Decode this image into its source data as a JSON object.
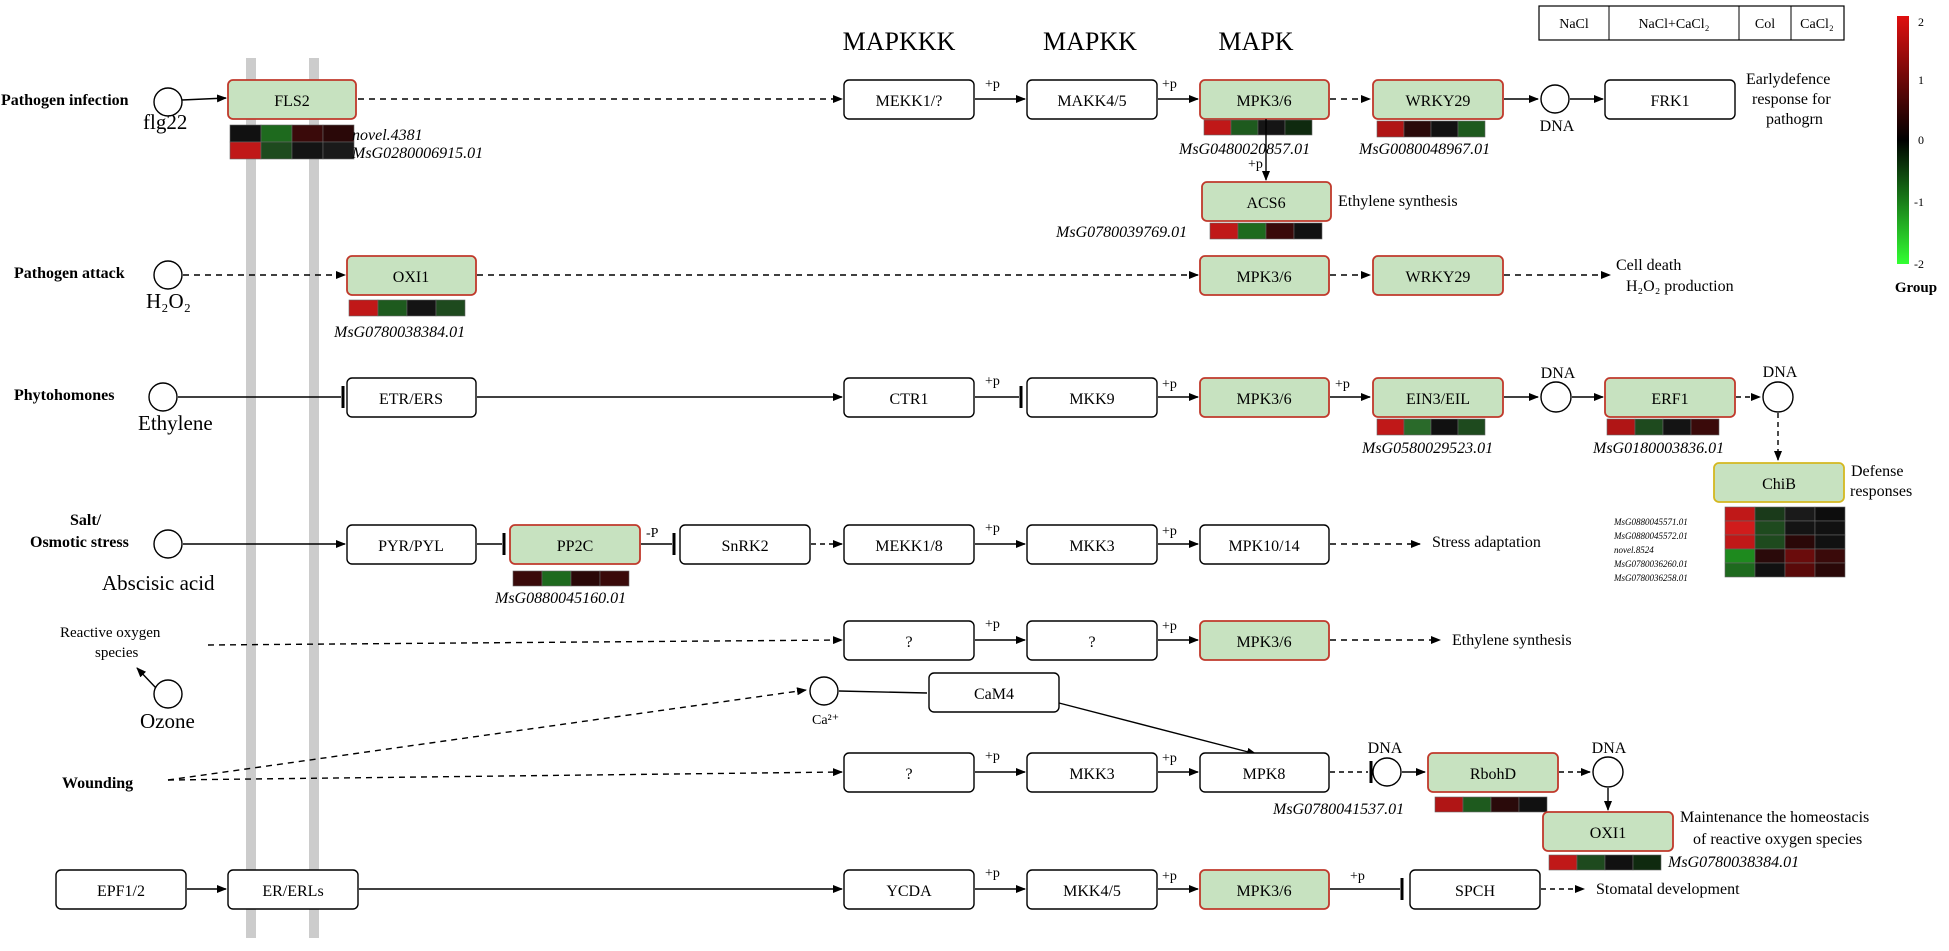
{
  "headers": {
    "mapkkk": "MAPKKK",
    "mapkk": "MAPKK",
    "mapk": "MAPK"
  },
  "legend": {
    "groups": [
      "NaCl",
      "NaCl+CaCl₂",
      "Col",
      "CaCl₂"
    ],
    "scale_ticks": [
      "2",
      "1",
      "0",
      "-1",
      "-2"
    ],
    "scale_title": "Group",
    "scale_colors": {
      "high": "#e01010",
      "mid": "#000000",
      "low": "#33ff33"
    }
  },
  "stimuli": {
    "pathogen_infection": "Pathogen infection",
    "flg22": "flg22",
    "pathogen_attack": "Pathogen attack",
    "h2o2": "H₂O₂",
    "phytohormones": "Phytohomones",
    "ethylene": "Ethylene",
    "salt": "Salt/",
    "osmotic": "Osmotic stress",
    "abscisic": "Abscisic  acid",
    "ros_1": "Reactive oxygen",
    "ros_2": "species",
    "ozone": "Ozone",
    "wounding": "Wounding",
    "ca": "Ca²⁺"
  },
  "nodes": {
    "fls2": "FLS2",
    "mekk1q": "MEKK1/?",
    "makk45": "MAKK4/5",
    "mpk36": "MPK3/6",
    "wrky29": "WRKY29",
    "frk1": "FRK1",
    "acs6": "ACS6",
    "oxi1": "OXI1",
    "etrers": "ETR/ERS",
    "ctr1": "CTR1",
    "mkk9": "MKK9",
    "ein3": "EIN3/EIL",
    "erf1": "ERF1",
    "chib": "ChiB",
    "pyrpyl": "PYR/PYL",
    "pp2c": "PP2C",
    "snrk2": "SnRK2",
    "mekk18": "MEKK1/8",
    "mkk3": "MKK3",
    "mpk1014": "MPK10/14",
    "unknown": "?",
    "cam4": "CaM4",
    "mpk8": "MPK8",
    "rbohd": "RbohD",
    "epf12": "EPF1/2",
    "ererls": "ER/ERLs",
    "ycda": "YCDA",
    "mkk45": "MKK4/5",
    "spch": "SPCH",
    "dna": "DNA"
  },
  "mods": {
    "p_plus": "+p",
    "p_minus": "-P"
  },
  "outcomes": {
    "early_1": "Earlydefence",
    "early_2": "response for",
    "early_3": "pathogrn",
    "eth_synth": "Ethylene synthesis",
    "death_1": "Cell death",
    "death_2": "H₂O₂ production",
    "defense_1": "Defense",
    "defense_2": "responses",
    "stress": "Stress adaptation",
    "homeo_1": "Maintenance the homeostacis",
    "homeo_2": "of  reactive oxygen species",
    "stomatal": "Stomatal development"
  },
  "genes": {
    "novel4381": "novel.4381",
    "g0280006915": "MsG0280006915.01",
    "g0480020857": "MsG0480020857.01",
    "g0080048967": "MsG0080048967.01",
    "g0780039769": "MsG0780039769.01",
    "g0780038384": "MsG0780038384.01",
    "g0580029523": "MsG0580029523.01",
    "g0180003836": "MsG0180003836.01",
    "g0880045160": "MsG0880045160.01",
    "g0780041537": "MsG0780041537.01",
    "chib_1": "MsG0880045571.01",
    "chib_2": "MsG0880045572.01",
    "chib_3": "novel.8524",
    "chib_4": "MsG0780036260.01",
    "chib_5": "MsG0780036258.01"
  },
  "heatmaps": {
    "fls2": [
      [
        "#111111",
        "#1e6a1e",
        "#3a0a0a",
        "#2a0808"
      ],
      [
        "#c01818",
        "#1e4a1e",
        "#141414",
        "#1a1a1a"
      ]
    ],
    "mpk36": [
      [
        "#c01818",
        "#1e5a1e",
        "#151515",
        "#0f2a0f"
      ]
    ],
    "wrky29": [
      [
        "#b01515",
        "#2a0a0a",
        "#121212",
        "#1e5a1e"
      ]
    ],
    "acs6": [
      [
        "#c01818",
        "#1e6a1e",
        "#3a0a0a",
        "#111111"
      ]
    ],
    "oxi1_a": [
      [
        "#c01818",
        "#1e5a1e",
        "#141414",
        "#1e4a1e"
      ]
    ],
    "ein3": [
      [
        "#c01818",
        "#2a6a2a",
        "#111111",
        "#1e4a1e"
      ]
    ],
    "erf1": [
      [
        "#b01515",
        "#1e4a1e",
        "#141414",
        "#3a0a0a"
      ]
    ],
    "chib": [
      [
        "#c01818",
        "#1a3a1a",
        "#1a1a1a",
        "#0d0d0d"
      ],
      [
        "#d01c1c",
        "#1e4a1e",
        "#141414",
        "#111111"
      ],
      [
        "#c01818",
        "#1e4a1e",
        "#2a0808",
        "#111111"
      ],
      [
        "#1e8a1e",
        "#2a0a0a",
        "#6a0c0c",
        "#3a0a0a"
      ],
      [
        "#1e6a1e",
        "#111111",
        "#5a0a0a",
        "#2a0808"
      ]
    ],
    "pp2c": [
      [
        "#3a0a0a",
        "#1e6a1e",
        "#2a0808",
        "#3a0a0a"
      ]
    ],
    "rbohd": [
      [
        "#b01515",
        "#1e5a1e",
        "#2a0a0a",
        "#111111"
      ]
    ],
    "oxi1_b": [
      [
        "#c01818",
        "#1e4a1e",
        "#111111",
        "#0f2a0f"
      ]
    ]
  }
}
